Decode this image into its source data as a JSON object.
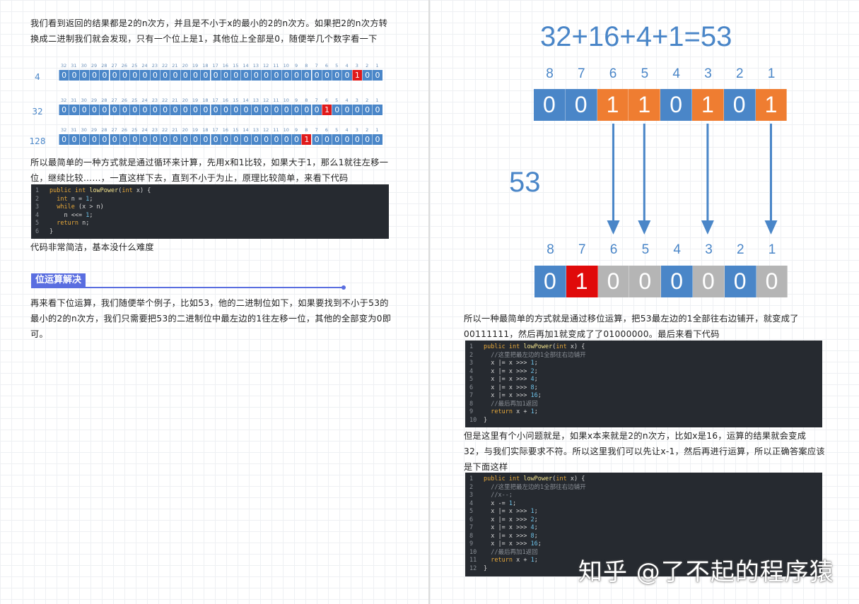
{
  "left": {
    "intro": "我们看到返回的结果都是2的n次方，并且是不小于x的最小的2的n次方。如果把2的n次方转换成二进制我们就会发现，只有一个位上是1，其他位上全部是0，随便举几个数字看一下",
    "bit_indices": [
      "32",
      "31",
      "30",
      "29",
      "28",
      "27",
      "26",
      "25",
      "24",
      "23",
      "22",
      "21",
      "20",
      "19",
      "18",
      "17",
      "16",
      "15",
      "14",
      "13",
      "12",
      "11",
      "10",
      "9",
      "8",
      "7",
      "6",
      "5",
      "4",
      "3",
      "2",
      "1"
    ],
    "rows": [
      {
        "label": "4",
        "bits": "00000000000000000000000000000100"
      },
      {
        "label": "32",
        "bits": "00000000000000000000000000100000"
      },
      {
        "label": "128",
        "bits": "00000000000000000000000010000000"
      }
    ],
    "loop_text": "所以最简单的一种方式就是通过循环来计算，先用x和1比较，如果大于1，那么1就往左移一位，继续比较……，一直这样下去，直到不小于为止，原理比较简单，来看下代码",
    "code1": [
      {
        "n": "1",
        "t": "public int lowPower(int x) {"
      },
      {
        "n": "2",
        "t": "  int n = 1;"
      },
      {
        "n": "3",
        "t": "  while (x > n)"
      },
      {
        "n": "4",
        "t": "    n <<= 1;"
      },
      {
        "n": "5",
        "t": "  return n;"
      },
      {
        "n": "6",
        "t": "}"
      }
    ],
    "simple_text": "代码非常简洁，基本没什么难度",
    "section_title": "位运算解决",
    "bitop_text": "再来看下位运算，我们随便举个例子，比如53，他的二进制位如下，如果要找到不小于53的最小的2的n次方，我们只需要把53的二进制位中最左边的1往左移一位，其他的全部变为0即可。"
  },
  "right": {
    "equation": "32+16+4+1=53",
    "positions": [
      "8",
      "7",
      "6",
      "5",
      "4",
      "3",
      "2",
      "1"
    ],
    "top_bits": [
      {
        "v": "0",
        "c": "blue"
      },
      {
        "v": "0",
        "c": "blue"
      },
      {
        "v": "1",
        "c": "orange"
      },
      {
        "v": "1",
        "c": "orange"
      },
      {
        "v": "0",
        "c": "blue"
      },
      {
        "v": "1",
        "c": "orange"
      },
      {
        "v": "0",
        "c": "blue"
      },
      {
        "v": "1",
        "c": "orange"
      }
    ],
    "side_label": "53",
    "bottom_bits": [
      {
        "v": "0",
        "c": "blue"
      },
      {
        "v": "1",
        "c": "red"
      },
      {
        "v": "0",
        "c": "gray"
      },
      {
        "v": "0",
        "c": "gray"
      },
      {
        "v": "0",
        "c": "blue"
      },
      {
        "v": "0",
        "c": "gray"
      },
      {
        "v": "0",
        "c": "blue"
      },
      {
        "v": "0",
        "c": "gray"
      }
    ],
    "shift_text": "所以一种最简单的方式就是通过移位运算，把53最左边的1全部往右边铺开，就变成了00111111，然后再加1就变成了了01000000。最后来看下代码",
    "code2": [
      {
        "n": "1",
        "t": "public int lowPower(int x) {"
      },
      {
        "n": "2",
        "t": "  //这里把最左边的1全部往右边铺开"
      },
      {
        "n": "3",
        "t": "  x |= x >>> 1;"
      },
      {
        "n": "4",
        "t": "  x |= x >>> 2;"
      },
      {
        "n": "5",
        "t": "  x |= x >>> 4;"
      },
      {
        "n": "6",
        "t": "  x |= x >>> 8;"
      },
      {
        "n": "7",
        "t": "  x |= x >>> 16;"
      },
      {
        "n": "8",
        "t": "  //最后再加1返回"
      },
      {
        "n": "9",
        "t": "  return x + 1;"
      },
      {
        "n": "10",
        "t": "}"
      }
    ],
    "problem_text": "但是这里有个小问题就是，如果x本来就是2的n次方，比如x是16，运算的结果就会变成32，与我们实际要求不符。所以这里我们可以先让x-1，然后再进行运算，所以正确答案应该是下面这样",
    "code3": [
      {
        "n": "1",
        "t": "public int lowPower(int x) {"
      },
      {
        "n": "2",
        "t": "  //这里把最左边的1全部往右边铺开"
      },
      {
        "n": "3",
        "t": "  //x--;"
      },
      {
        "n": "4",
        "t": "  x -= 1;"
      },
      {
        "n": "5",
        "t": "  x |= x >>> 1;"
      },
      {
        "n": "6",
        "t": "  x |= x >>> 2;"
      },
      {
        "n": "7",
        "t": "  x |= x >>> 4;"
      },
      {
        "n": "8",
        "t": "  x |= x >>> 8;"
      },
      {
        "n": "9",
        "t": "  x |= x >>> 16;"
      },
      {
        "n": "10",
        "t": "  //最后再加1返回"
      },
      {
        "n": "11",
        "t": "  return x + 1;"
      },
      {
        "n": "12",
        "t": "}"
      }
    ],
    "watermark": "知乎 @了不起的程序猿"
  },
  "colors": {
    "blue": "#4a86c8",
    "orange": "#ef7d31",
    "gray": "#b5b5b5",
    "red": "#e00a0a",
    "code_bg": "#262a30",
    "section": "#5a6ee0"
  }
}
